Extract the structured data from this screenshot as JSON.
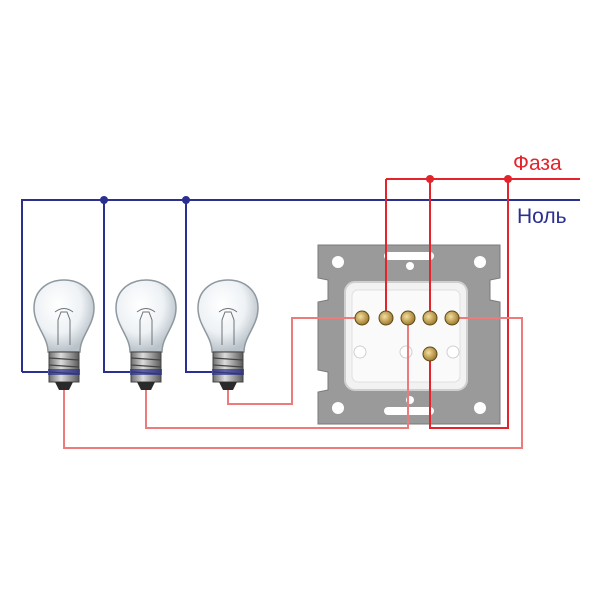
{
  "labels": {
    "phase": "Фаза",
    "neutral": "Ноль"
  },
  "colors": {
    "phase": "#e3242b",
    "switched": "#ee7b7b",
    "neutral": "#2b2f8f",
    "frame": "#9a9a9a",
    "switch_body": "#f2f2f2",
    "terminal": "#c9a047"
  },
  "bulb_count": 3,
  "terminal_count": 6
}
